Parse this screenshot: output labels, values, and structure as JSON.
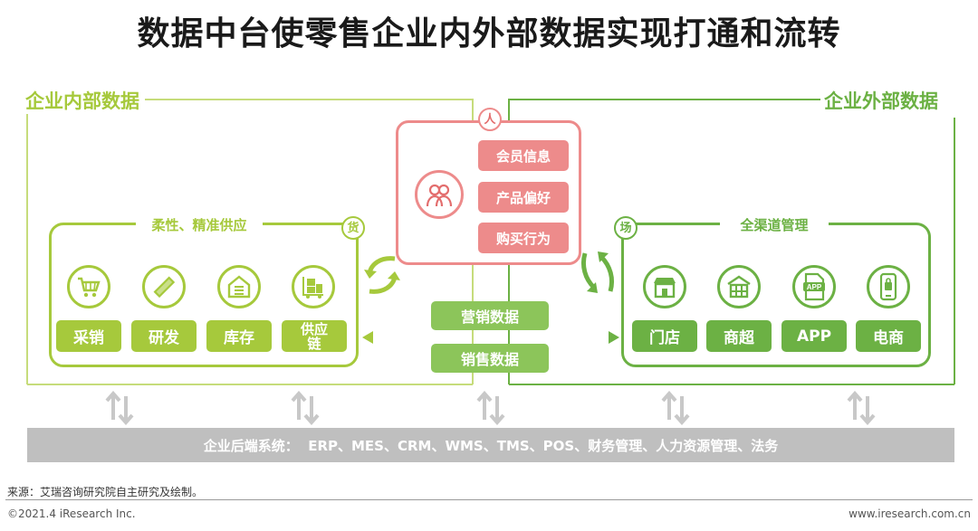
{
  "title": "数据中台使零售企业内外部数据实现打通和流转",
  "internal": {
    "label": "企业内部数据",
    "group_title": "柔性、精准供应",
    "badge": "货",
    "items": [
      {
        "label": "采销",
        "icon": "shopping-cart-icon"
      },
      {
        "label": "研发",
        "icon": "pencil-ruler-icon"
      },
      {
        "label": "库存",
        "icon": "warehouse-icon"
      },
      {
        "label": "供应链",
        "icon": "supply-cart-icon"
      }
    ]
  },
  "external": {
    "label": "企业外部数据",
    "group_title": "全渠道管理",
    "badge": "场",
    "items": [
      {
        "label": "门店",
        "icon": "store-icon"
      },
      {
        "label": "商超",
        "icon": "supermarket-icon"
      },
      {
        "label": "APP",
        "icon": "app-file-icon"
      },
      {
        "label": "电商",
        "icon": "mobile-shop-icon"
      }
    ]
  },
  "people": {
    "badge": "人",
    "items": [
      "会员信息",
      "产品偏好",
      "购买行为"
    ]
  },
  "flows": {
    "marketing": "营销数据",
    "sales": "销售数据"
  },
  "backend": "企业后端系统：  ERP、MES、CRM、WMS、TMS、POS、财务管理、人力资源管理、法务",
  "source": "来源：艾瑞咨询研究院自主研究及绘制。",
  "copyright": "©2021.4 iResearch Inc.",
  "website": "www.iresearch.com.cn",
  "colors": {
    "lime": "#a6c93c",
    "green": "#6cb144",
    "pink": "#ed8b8b",
    "pink_dark": "#e36d6d",
    "grey": "#bfbfbf"
  }
}
